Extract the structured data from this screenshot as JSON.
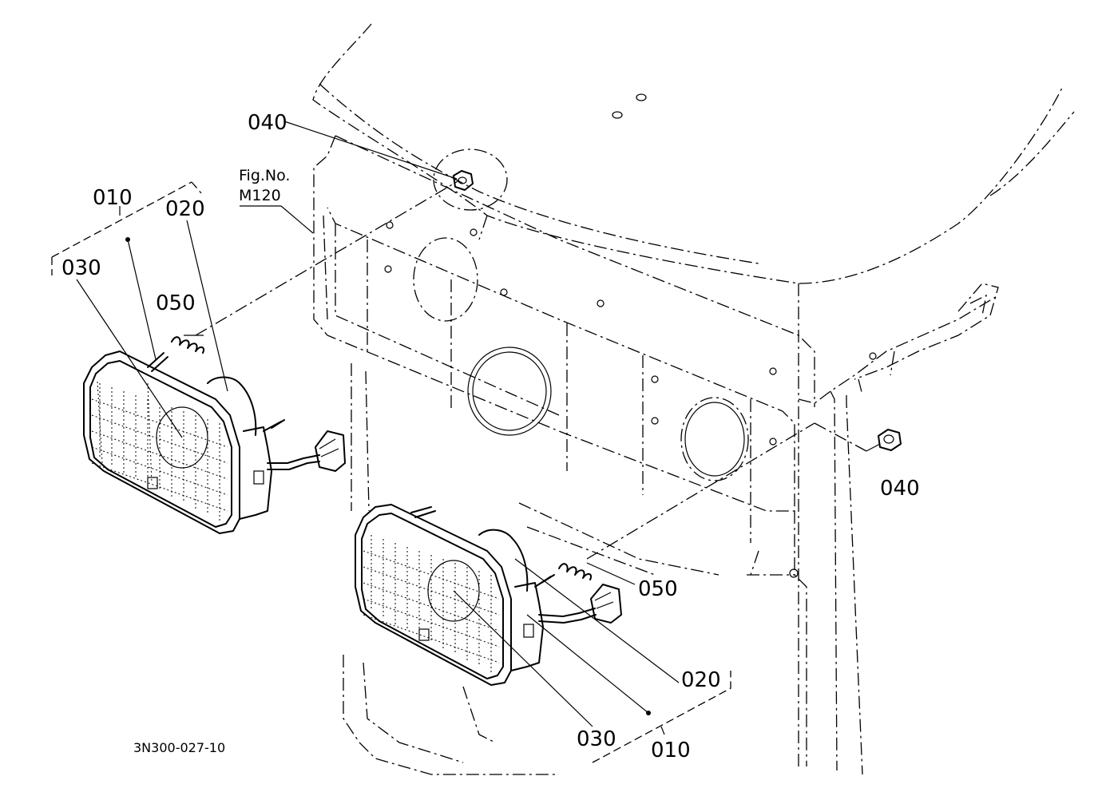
{
  "figure": {
    "fig_ref_line1": "Fig.No.",
    "fig_ref_line2": "M120",
    "drawing_code": "3N300-027-10"
  },
  "callouts": {
    "nut_top": "040",
    "nut_right": "040",
    "assembly_left": "010",
    "bulb_left": "020",
    "lamp_left": "030",
    "spring_left": "050",
    "spring_right": "050",
    "bulb_right": "020",
    "lamp_right": "030",
    "assembly_right": "010"
  },
  "style": {
    "line_color": "#000000",
    "background": "#ffffff"
  }
}
